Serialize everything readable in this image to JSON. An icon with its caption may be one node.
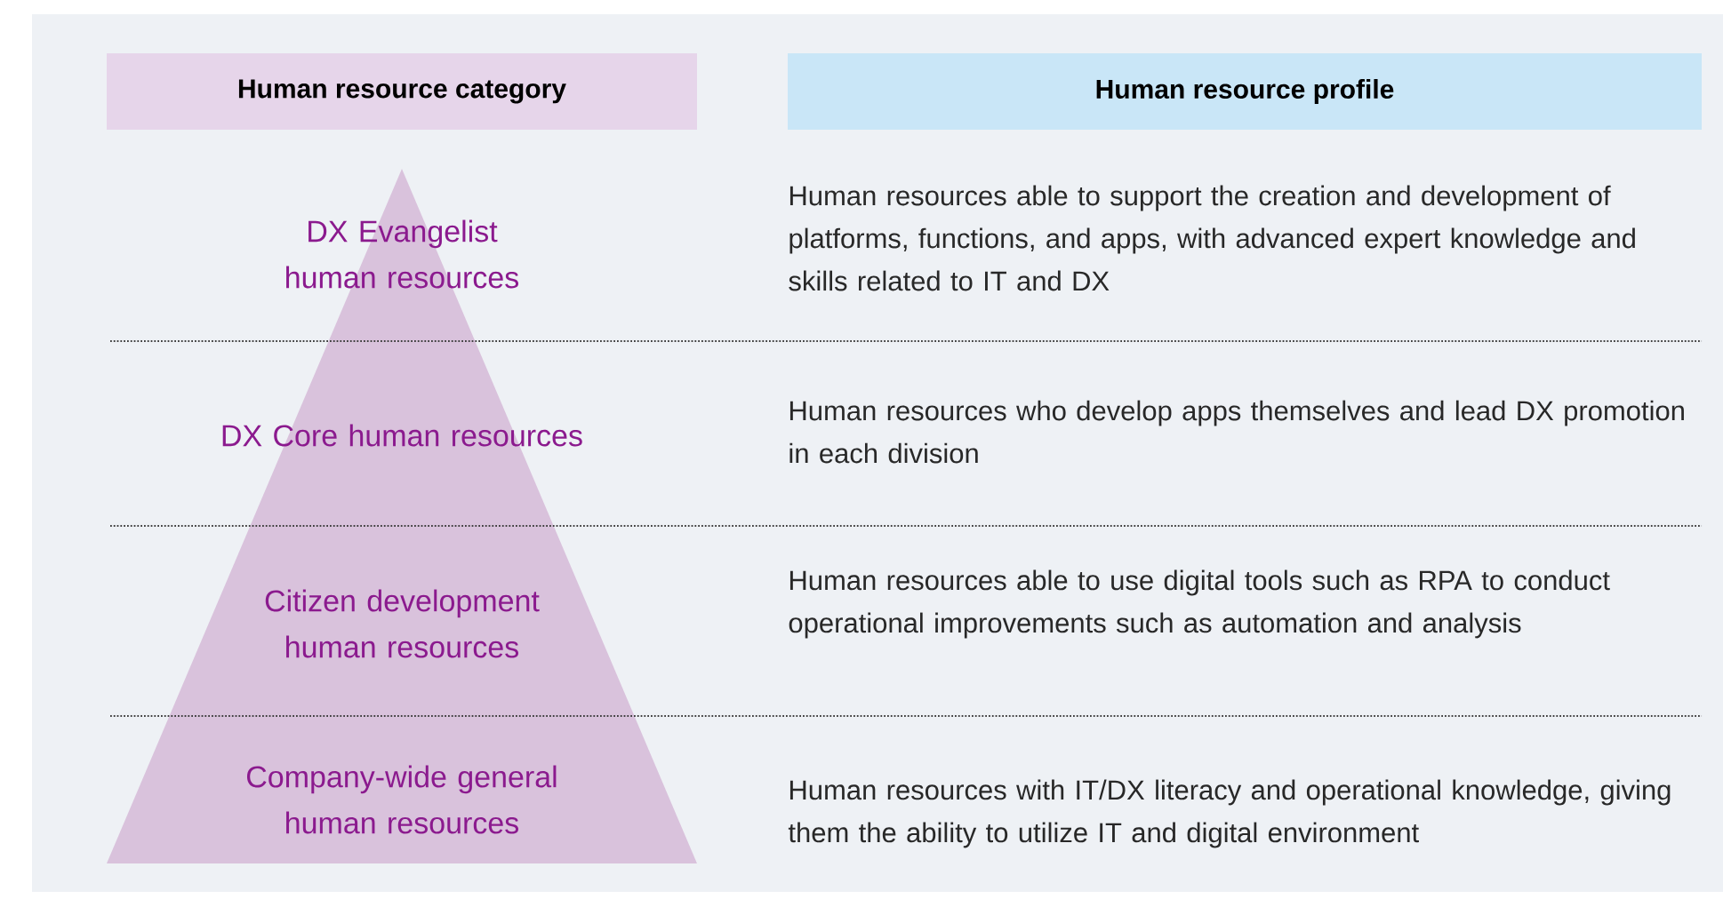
{
  "diagram": {
    "nodes": [
      {
        "text": [
          "Human resource category"
        ]
      },
      {
        "text": [
          "Human resource profile"
        ]
      }
    ],
    "labels": [
      "DX Evangelist human resources",
      "Human resources able to support the creation and development of platforms, functions, and apps, with advanced expert knowledge and skills related to IT and DX",
      "DX Core human resources",
      "Human resources who develop apps themselves and lead DX promotion in each division",
      "Citizen development human resources",
      "Human resources able to use digital tools such as RPA to conduct operational improvements such as automation and analysis",
      "Company-wide general human resources",
      "Human resources with IT/DX literacy and operational knowledge, giving them the ability to utilize IT and digital environment"
    ]
  }
}
